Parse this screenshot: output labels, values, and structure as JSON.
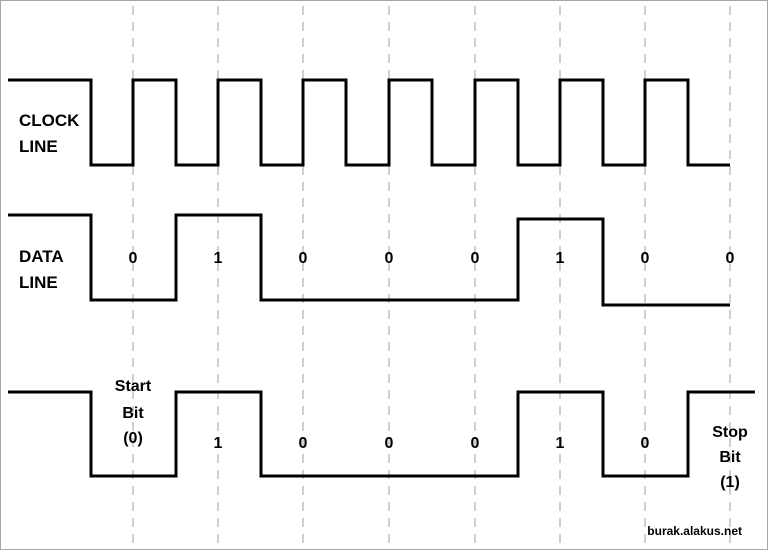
{
  "labels": {
    "clock_line_1": "CLOCK",
    "clock_line_2": "LINE",
    "data_line_1": "DATA",
    "data_line_2": "LINE"
  },
  "data_bits": [
    "0",
    "1",
    "0",
    "0",
    "0",
    "1",
    "0",
    "0"
  ],
  "frame_bits": [
    "1",
    "0",
    "0",
    "0",
    "1",
    "0"
  ],
  "start_bit": {
    "line1": "Start",
    "line2": "Bit",
    "line3": "(0)"
  },
  "stop_bit": {
    "line1": "Stop",
    "line2": "Bit",
    "line3": "(1)"
  },
  "watermark": "burak.alakus.net",
  "colors": {
    "signal": "#000000",
    "guide": "#bfbfbf",
    "border": "#a6a6a6",
    "background": "#ffffff"
  }
}
